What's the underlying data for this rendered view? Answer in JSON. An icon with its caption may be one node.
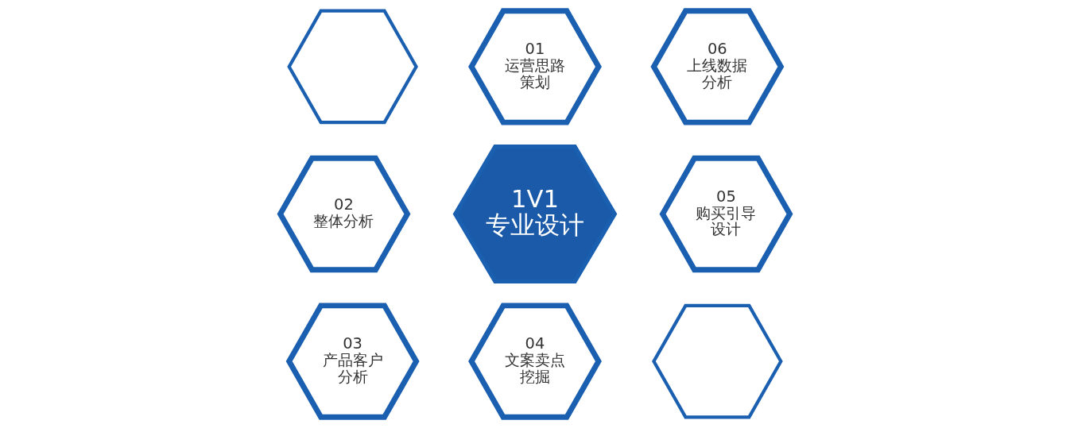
{
  "diagram": {
    "nodes": [
      {
        "text": [],
        "shape": "hexagon"
      },
      {
        "text": [
          "01",
          "运营思路策划"
        ]
      },
      {
        "text": [
          "06",
          "上线数据分析"
        ]
      },
      {
        "text": [
          "02",
          "整体分析"
        ]
      },
      {
        "text": [
          "1V1",
          "专业设计"
        ]
      },
      {
        "text": [
          "05",
          "购买引导设计"
        ]
      },
      {
        "text": [
          "03",
          "产品客户分析"
        ]
      },
      {
        "text": [
          "04",
          "文案卖点挖掘"
        ]
      },
      {
        "text": [],
        "shape": "hexagon"
      }
    ]
  }
}
